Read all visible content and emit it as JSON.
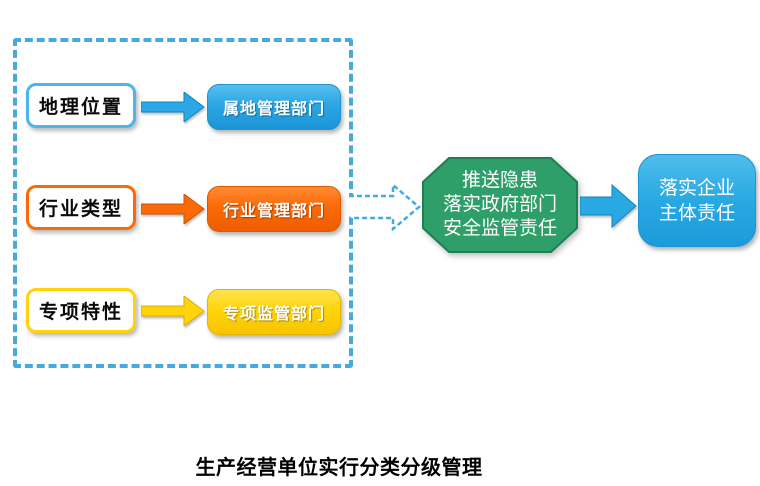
{
  "caption": "生产经营单位实行分类分级管理",
  "colors": {
    "blue": "#2BA7E5",
    "orange": "#FB6A07",
    "yellow": "#FFD40A",
    "green": "#2F9F69",
    "dashed_border_blue": "#46AADF"
  },
  "factors": [
    {
      "label": "地理位置",
      "department": "属地管理部门",
      "color": "#2BA7E5"
    },
    {
      "label": "行业类型",
      "department": "行业管理部门",
      "color": "#FB6A07"
    },
    {
      "label": "专项特性",
      "department": "专项监管部门",
      "color": "#FFD40A"
    }
  ],
  "hub": {
    "lines": [
      "推送隐患",
      "落实政府部门",
      "安全监管责任"
    ],
    "fill": "#2F9F69"
  },
  "result": {
    "lines": [
      "落实企业",
      "主体责任"
    ],
    "fill": "#29A9E3"
  }
}
